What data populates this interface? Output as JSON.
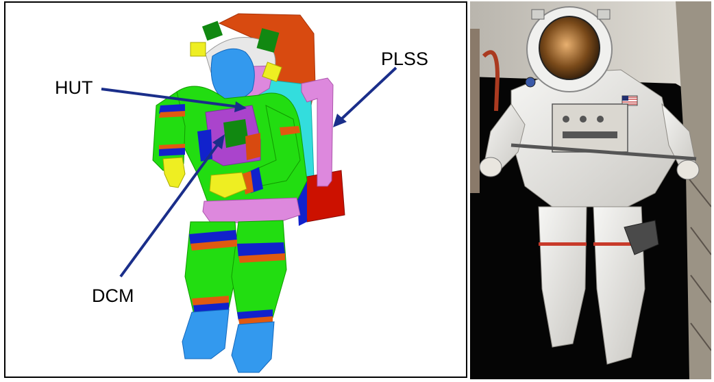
{
  "figure": {
    "labels": {
      "hut": "HUT",
      "plss": "PLSS",
      "dcm": "DCM"
    },
    "colors": {
      "suit_green": "#22dd11",
      "helmet_blue": "#3399ee",
      "pink": "#dd88dd",
      "magenta": "#aa44cc",
      "cyan": "#33dddd",
      "backpack_orange": "#d84a10",
      "pack_red": "#cc1100",
      "ring_blue": "#1122cc",
      "ring_orange": "#e05a10",
      "glove_yellow": "#eeee22",
      "arrow_navy": "#1a2e8a"
    },
    "left_panel": "cad-model-of-eva-suit",
    "right_panel": "photo-of-astronaut-in-spacesuit"
  }
}
